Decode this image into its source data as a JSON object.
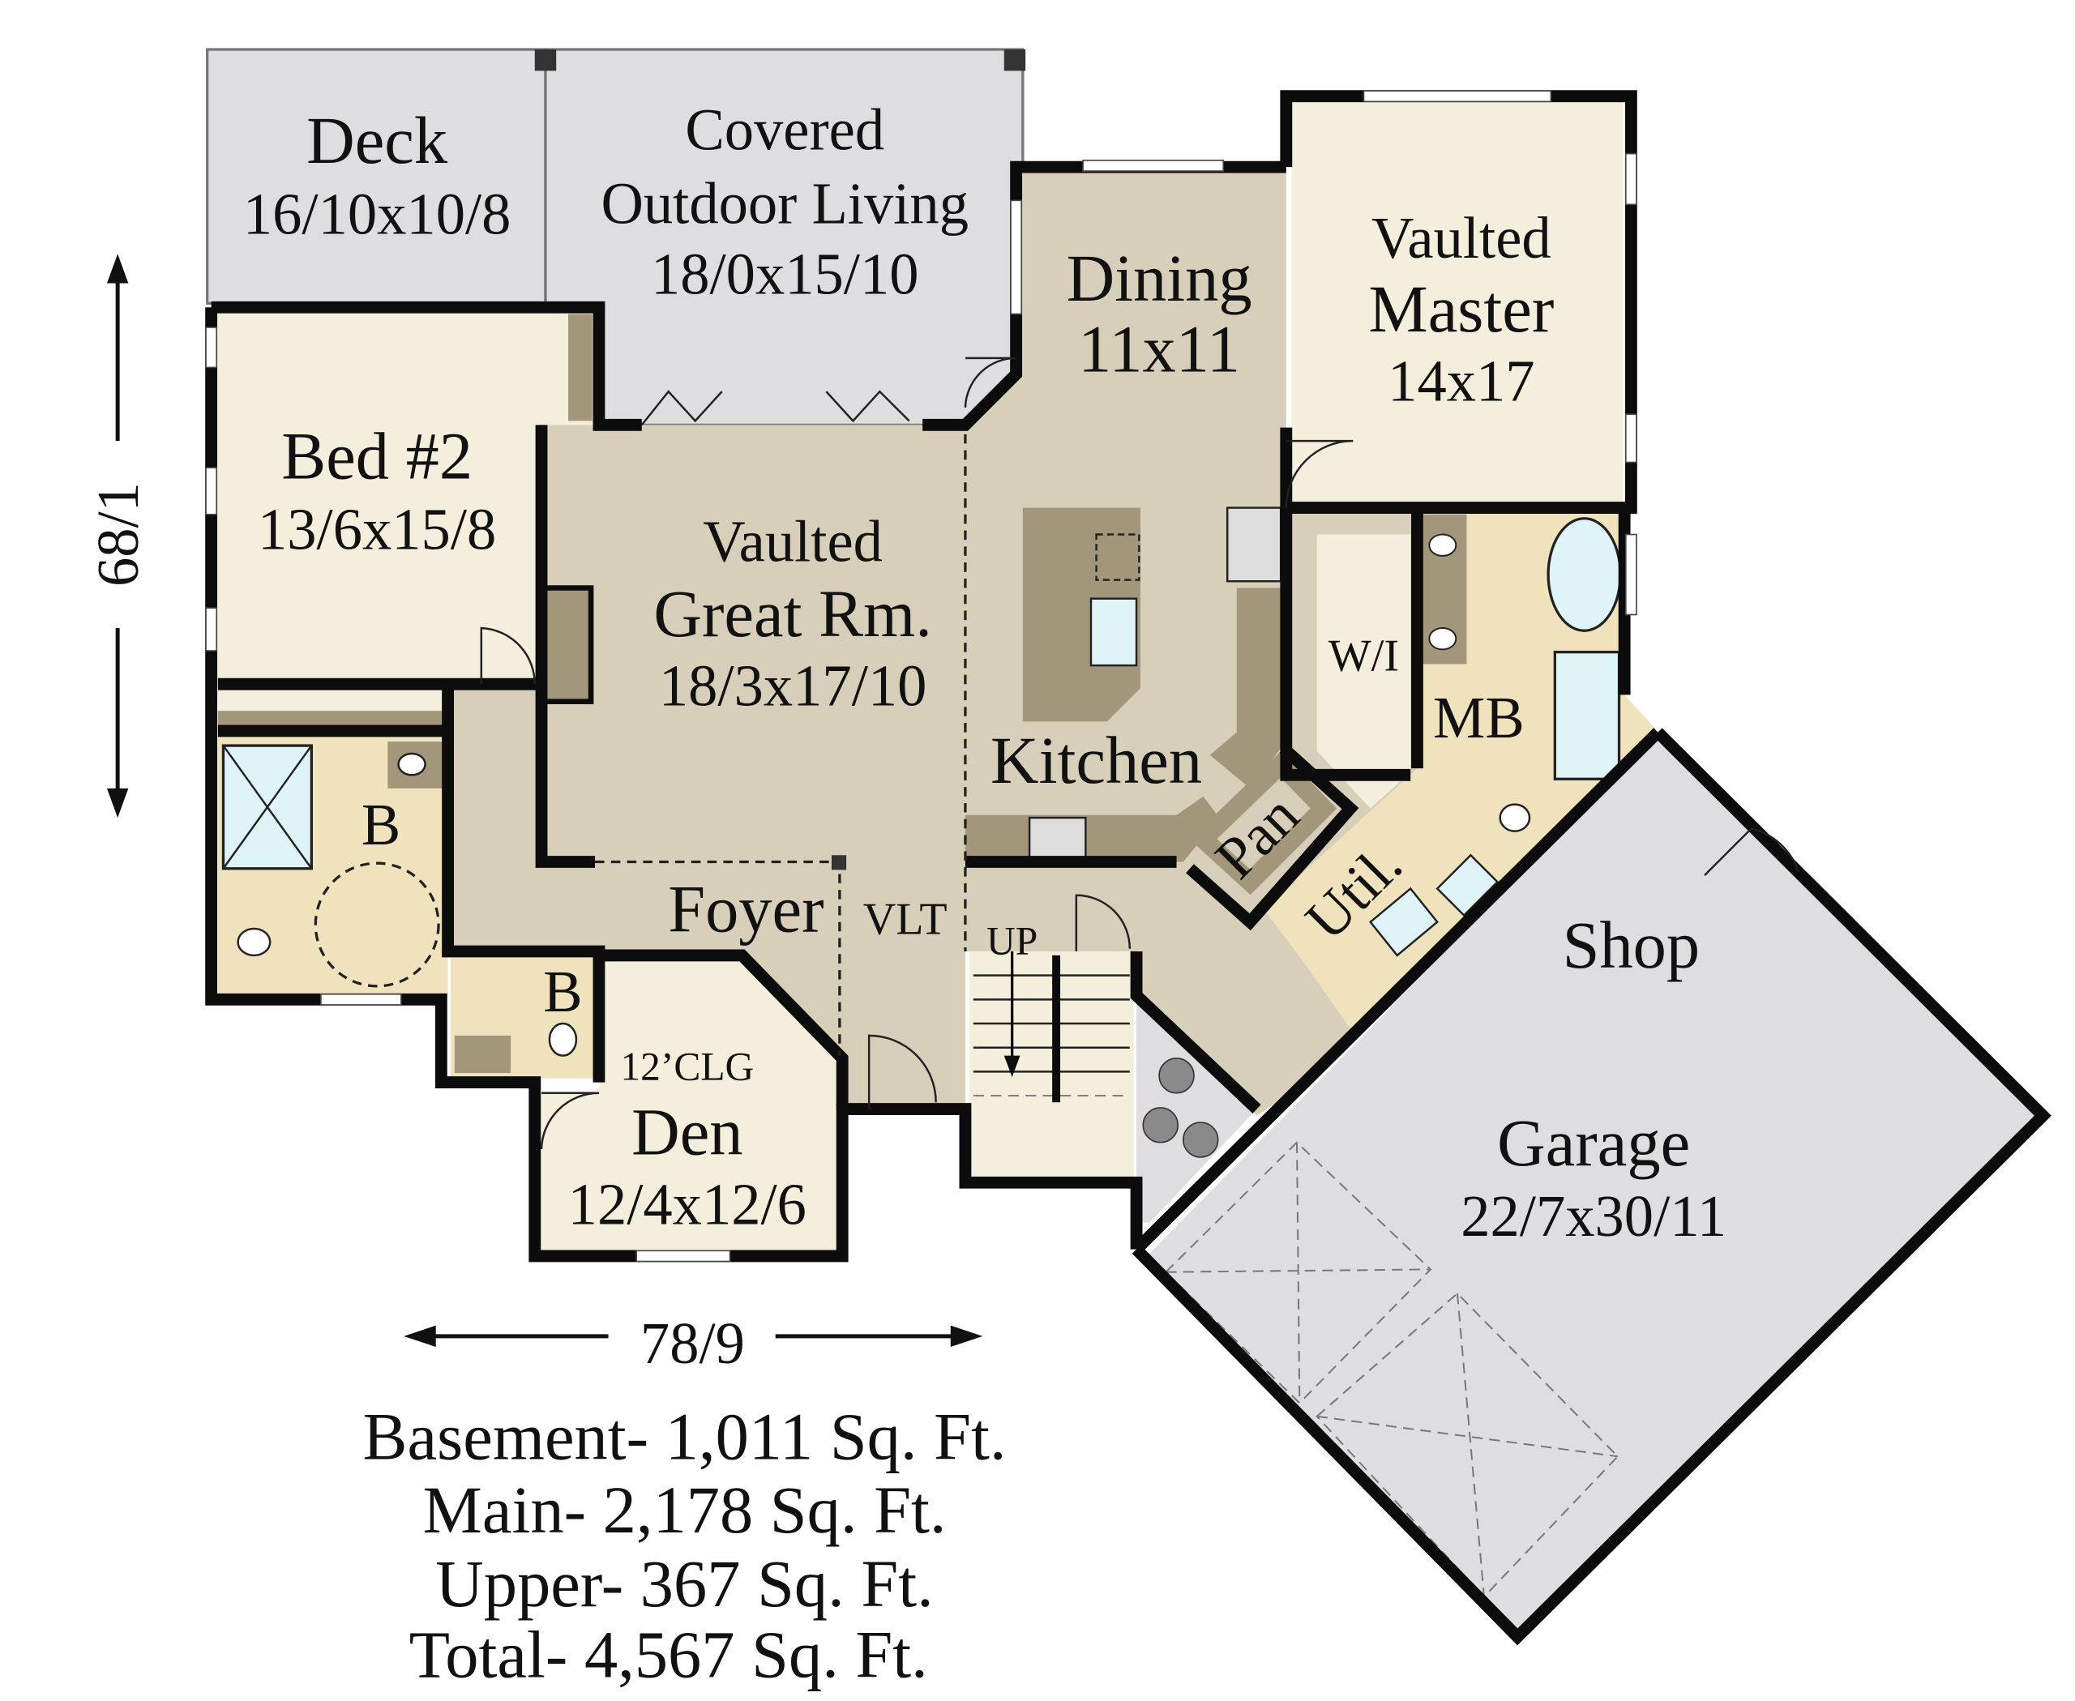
{
  "plan": {
    "colors": {
      "outdoor": "#dedde0",
      "floor": "#d8cfba",
      "bedroom": "#f4eedd",
      "tile": "#efe2bd",
      "counter": "#a3977b",
      "garage": "#dedde0",
      "wall": "#0c0c0c",
      "fixture": "#dff4f7",
      "tank": "#8a8a8a"
    },
    "rooms": {
      "deck": {
        "name": "Deck",
        "size": "16/10x10/8"
      },
      "covered": {
        "name1": "Covered",
        "name2": "Outdoor Living",
        "size": "18/0x15/10"
      },
      "dining": {
        "name": "Dining",
        "size": "11x11"
      },
      "master": {
        "name1": "Vaulted",
        "name2": "Master",
        "size": "14x17"
      },
      "bed2": {
        "name": "Bed #2",
        "size": "13/6x15/8"
      },
      "great": {
        "name1": "Vaulted",
        "name2": "Great Rm.",
        "size": "18/3x17/10"
      },
      "walkin": {
        "name": "W/I"
      },
      "master_bath": {
        "name": "MB"
      },
      "kitchen": {
        "name": "Kitchen"
      },
      "pantry": {
        "name": "Pan"
      },
      "utility": {
        "name": "Util."
      },
      "bath1": {
        "name": "B"
      },
      "bath2": {
        "name": "B"
      },
      "foyer": {
        "name": "Foyer"
      },
      "vlt": {
        "name": "VLT"
      },
      "stairs": {
        "name": "UP"
      },
      "den": {
        "ceiling": "12’CLG",
        "name": "Den",
        "size": "12/4x12/6"
      },
      "shop": {
        "name": "Shop"
      },
      "garage": {
        "name": "Garage",
        "size": "22/7x30/11"
      }
    },
    "dimensions": {
      "depth": "68/1",
      "width": "78/9"
    },
    "areas": [
      "Basement- 1,011 Sq. Ft.",
      "Main- 2,178 Sq. Ft.",
      "Upper- 367 Sq. Ft.",
      "Total- 4,567 Sq. Ft."
    ]
  }
}
